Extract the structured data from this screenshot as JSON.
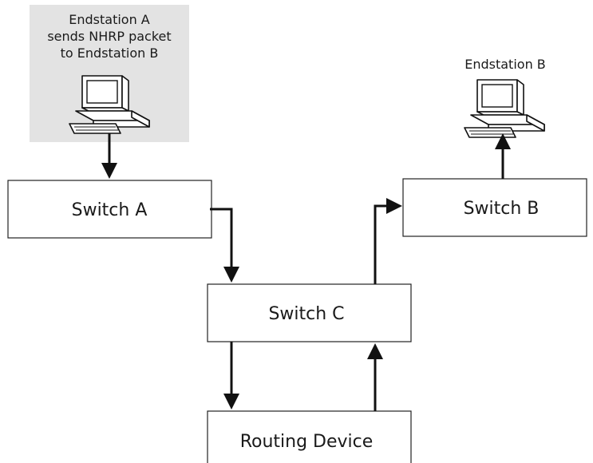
{
  "endstation_a": {
    "caption_lines": [
      "Endstation A",
      "sends NHRP packet",
      "to Endstation B"
    ]
  },
  "endstation_b": {
    "caption": "Endstation B"
  },
  "nodes": {
    "switch_a": "Switch A",
    "switch_b": "Switch B",
    "switch_c": "Switch C",
    "routing_device": "Routing Device"
  },
  "colors": {
    "highlight_fill": "#e3e3e3",
    "stroke": "#222222"
  }
}
